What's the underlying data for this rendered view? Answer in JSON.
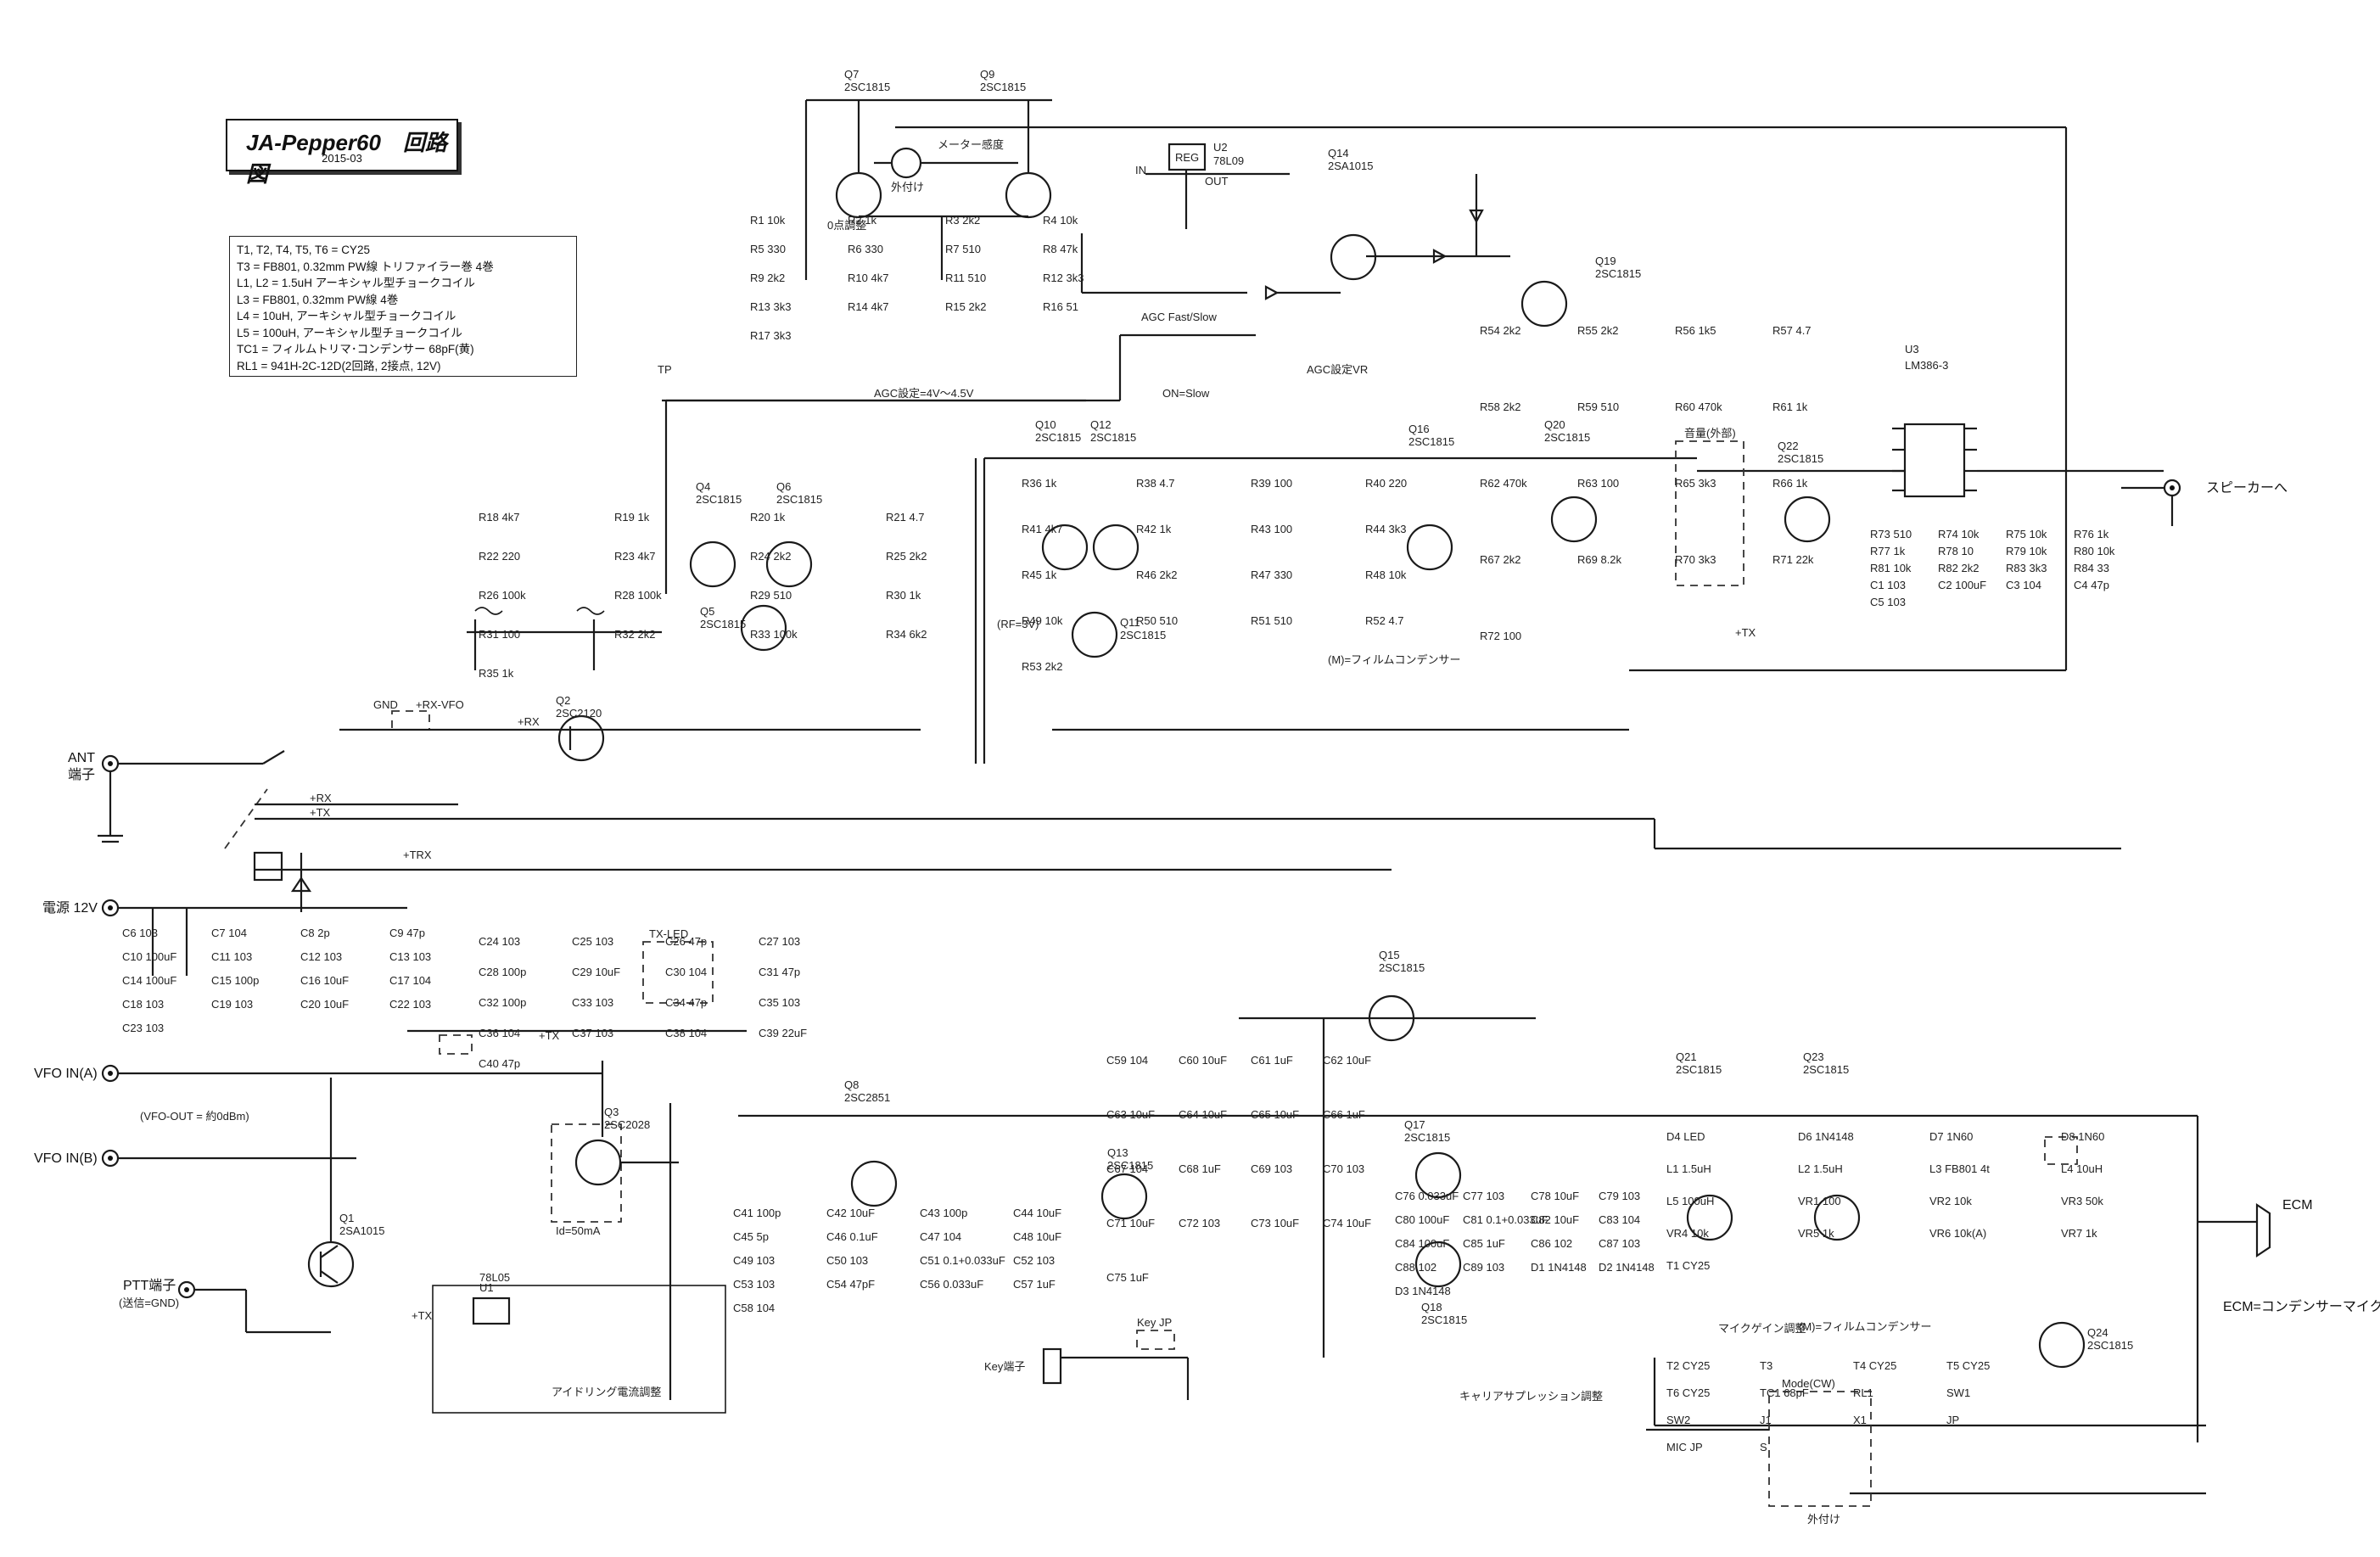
{
  "title": "JA-Pepper60　回路図",
  "date": "2015-03",
  "parts_notes": [
    "T1, T2, T4, T5, T6 = CY25",
    "T3 = FB801, 0.32mm PW線 トリファイラー巻 4巻",
    "L1, L2 = 1.5uH アーキシャル型チョークコイル",
    "L3 = FB801, 0.32mm PW線 4巻",
    "L4 = 10uH, アーキシャル型チョークコイル",
    "L5 = 100uH, アーキシャル型チョークコイル",
    "TC1 = フィルムトリマ･コンデンサー 68pF(黄)",
    "RL1 = 941H-2C-12D(2回路, 2接点, 12V)"
  ],
  "connectors": {
    "ant": "ANT",
    "ant_sub": "端子",
    "power": "電源 12V",
    "vfo_a": "VFO IN(A)",
    "vfo_b": "VFO IN(B)",
    "vfo_out_note": "(VFO-OUT = 約0dBm)",
    "ptt": "PTT端子",
    "ptt_sub": "(送信=GND)",
    "tp": "TP",
    "speaker": "スピーカーへ",
    "ecm": "ECM",
    "ecm_note": "ECM=コンデンサーマイク",
    "key": "Key端子",
    "key_jp": "Key JP"
  },
  "notes": {
    "agc_setting": "AGC設定=4V～4.5V",
    "agc_fast_slow": "AGC Fast/Slow",
    "on_slow": "ON=Slow",
    "agc_vr": "AGC設定VR",
    "film_cap_1": "(M)=フィルムコンデンサー",
    "film_cap_2": "(M)=フィルムコンデンサー",
    "rf_voltage": "(RF=3V)",
    "idle_current": "Id=50mA",
    "idle_adj": "アイドリング電流調整",
    "carrier_adj": "キャリアサプレッション調整",
    "mic_gain": "マイクゲイン調整",
    "zero_adj": "0点調整",
    "meter_sens": "メーター感度",
    "external": "外付け",
    "volume_ext": "音量(外部)",
    "tx_led": "TX-LED",
    "mode_cw": "Mode(CW)",
    "external_2": "外付け",
    "gnd": "GND",
    "rx_vfo": "+RX-VFO"
  },
  "rails": {
    "rx": "+RX",
    "tx": "+TX",
    "trx": "+TRX",
    "rx2": "+RX",
    "tx2": "+TX",
    "tx3": "+TX",
    "tx4": "+TX"
  },
  "ics": {
    "u1": "U1",
    "u1_part": "78L05",
    "u2": "U2",
    "u2_part": "78L09",
    "u3": "U3",
    "u3_part": "LM386-3",
    "reg": "REG",
    "in": "IN",
    "out": "OUT"
  },
  "transistors": [
    {
      "ref": "Q1",
      "part": "2SA1015"
    },
    {
      "ref": "Q2",
      "part": "2SC2120"
    },
    {
      "ref": "Q3",
      "part": "2SC2028"
    },
    {
      "ref": "Q4",
      "part": "2SC1815"
    },
    {
      "ref": "Q5",
      "part": "2SC1815"
    },
    {
      "ref": "Q6",
      "part": "2SC1815"
    },
    {
      "ref": "Q7",
      "part": "2SC1815"
    },
    {
      "ref": "Q8",
      "part": "2SC2851"
    },
    {
      "ref": "Q9",
      "part": "2SC1815"
    },
    {
      "ref": "Q10",
      "part": "2SC1815"
    },
    {
      "ref": "Q11",
      "part": "2SC1815"
    },
    {
      "ref": "Q12",
      "part": "2SC1815"
    },
    {
      "ref": "Q13",
      "part": "2SC1815"
    },
    {
      "ref": "Q14",
      "part": "2SA1015"
    },
    {
      "ref": "Q15",
      "part": "2SC1815"
    },
    {
      "ref": "Q16",
      "part": "2SC1815"
    },
    {
      "ref": "Q17",
      "part": "2SC1815"
    },
    {
      "ref": "Q18",
      "part": "2SC1815"
    },
    {
      "ref": "Q19",
      "part": "2SC1815"
    },
    {
      "ref": "Q20",
      "part": "2SC1815"
    },
    {
      "ref": "Q21",
      "part": "2SC1815"
    },
    {
      "ref": "Q22",
      "part": "2SC1815"
    },
    {
      "ref": "Q23",
      "part": "2SC1815"
    },
    {
      "ref": "Q24",
      "part": "2SC1815"
    }
  ],
  "components": [
    "R1 10k",
    "R2 1k",
    "R3 2k2",
    "R4 10k",
    "R5 330",
    "R6 330",
    "R7 510",
    "R8 47k",
    "R9 2k2",
    "R10 4k7",
    "R11 510",
    "R12 3k3",
    "R13 3k3",
    "R14 4k7",
    "R15 2k2",
    "R16 51",
    "R17 3k3",
    "R18 4k7",
    "R19 1k",
    "R20 1k",
    "R21 4.7",
    "R22 220",
    "R23 4k7",
    "R24 2k2",
    "R25 2k2",
    "R26 100k",
    "R28 100k",
    "R29 510",
    "R30 1k",
    "R31 100",
    "R32 2k2",
    "R33 100k",
    "R34 6k2",
    "R35 1k",
    "R36 1k",
    "R38 4.7",
    "R39 100",
    "R40 220",
    "R41 4k7",
    "R42 1k",
    "R43 100",
    "R44 3k3",
    "R45 1k",
    "R46 2k2",
    "R47 330",
    "R48 10k",
    "R49 10k",
    "R50 510",
    "R51 510",
    "R52 4.7",
    "R53 2k2",
    "R54 2k2",
    "R55 2k2",
    "R56 1k5",
    "R57 4.7",
    "R58 2k2",
    "R59 510",
    "R60 470k",
    "R61 1k",
    "R62 470k",
    "R63 100",
    "R65 3k3",
    "R66 1k",
    "R67 2k2",
    "R69 8.2k",
    "R70 3k3",
    "R71 22k",
    "R72 100",
    "R73 510",
    "R74 10k",
    "R75 10k",
    "R76 1k",
    "R77 1k",
    "R78 10",
    "R79 10k",
    "R80 10k",
    "R81 10k",
    "R82 2k2",
    "R83 3k3",
    "R84 33",
    "C1 103",
    "C2 100uF",
    "C3 104",
    "C4 47p",
    "C5 103",
    "C6 103",
    "C7 104",
    "C8 2p",
    "C9 47p",
    "C10 100uF",
    "C11 103",
    "C12 103",
    "C13 103",
    "C14 100uF",
    "C15 100p",
    "C16 10uF",
    "C17 104",
    "C18 103",
    "C19 103",
    "C20 10uF",
    "C22 103",
    "C23 103",
    "C24 103",
    "C25 103",
    "C26 47p",
    "C27 103",
    "C28 100p",
    "C29 10uF",
    "C30 104",
    "C31 47p",
    "C32 100p",
    "C33 103",
    "C34 47p",
    "C35 103",
    "C36 104",
    "C37 103",
    "C38 104",
    "C39 22uF",
    "C40 47p",
    "C41 100p",
    "C42 10uF",
    "C43 100p",
    "C44 10uF",
    "C45 5p",
    "C46 0.1uF",
    "C47 104",
    "C48 10uF",
    "C49 103",
    "C50 103",
    "C51 0.1+0.033uF",
    "C52 103",
    "C53 103",
    "C54 47pF",
    "C56 0.033uF",
    "C57 1uF",
    "C58 104",
    "C59 104",
    "C60 10uF",
    "C61 1uF",
    "C62 10uF",
    "C63 10uF",
    "C64 10uF",
    "C65 10uF",
    "C66 1uF",
    "C67 104",
    "C68 1uF",
    "C69 103",
    "C70 103",
    "C71 10uF",
    "C72 103",
    "C73 10uF",
    "C74 10uF",
    "C75 1uF",
    "C76 0.033uF",
    "C77 103",
    "C78 10uF",
    "C79 103",
    "C80 100uF",
    "C81 0.1+0.033uF",
    "C82 10uF",
    "C83 104",
    "C84 100uF",
    "C85 1uF",
    "C86 102",
    "C87 103",
    "C88 102",
    "C89 103",
    "D1 1N4148",
    "D2 1N4148",
    "D3 1N4148",
    "D4 LED",
    "D6 1N4148",
    "D7 1N60",
    "D8 1N60",
    "L1 1.5uH",
    "L2 1.5uH",
    "L3 FB801 4t",
    "L4 10uH",
    "L5 100uH",
    "VR1 100",
    "VR2 10k",
    "VR3 50k",
    "VR4 10k",
    "VR5 1k",
    "VR6 10k(A)",
    "VR7 1k",
    "T1 CY25",
    "T2 CY25",
    "T3",
    "T4 CY25",
    "T5 CY25",
    "T6 CY25",
    "TC1 68pF",
    "RL1",
    "SW1",
    "SW2",
    "J1",
    "X1",
    "JP",
    "MIC JP",
    "S"
  ]
}
